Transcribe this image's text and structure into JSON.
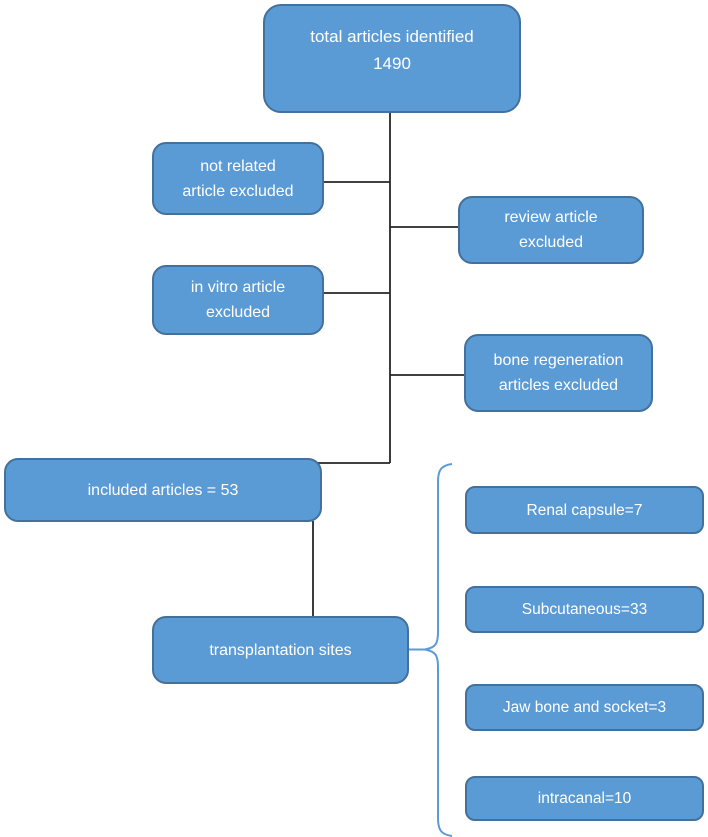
{
  "flowchart": {
    "total": {
      "lines": [
        "total articles identified",
        "1490"
      ]
    },
    "exclusions": [
      {
        "lines": [
          "not related",
          "article excluded"
        ]
      },
      {
        "lines": [
          "review article",
          "excluded"
        ]
      },
      {
        "lines": [
          "in vitro article",
          "excluded"
        ]
      },
      {
        "lines": [
          "bone regeneration",
          "articles excluded"
        ]
      }
    ],
    "included": {
      "label": "included articles = 53"
    },
    "transplantation": {
      "label": "transplantation sites"
    },
    "sites": [
      {
        "label": "Renal capsule=7"
      },
      {
        "label": "Subcutaneous=33"
      },
      {
        "label": "Jaw bone and socket=3"
      },
      {
        "label": "intracanal=10"
      }
    ],
    "colors": {
      "box_fill": "#5b9bd5",
      "box_border": "#41719c",
      "connector": "#262626",
      "brace": "#5b9bd5",
      "text": "#ffffff",
      "background": "#ffffff"
    }
  }
}
